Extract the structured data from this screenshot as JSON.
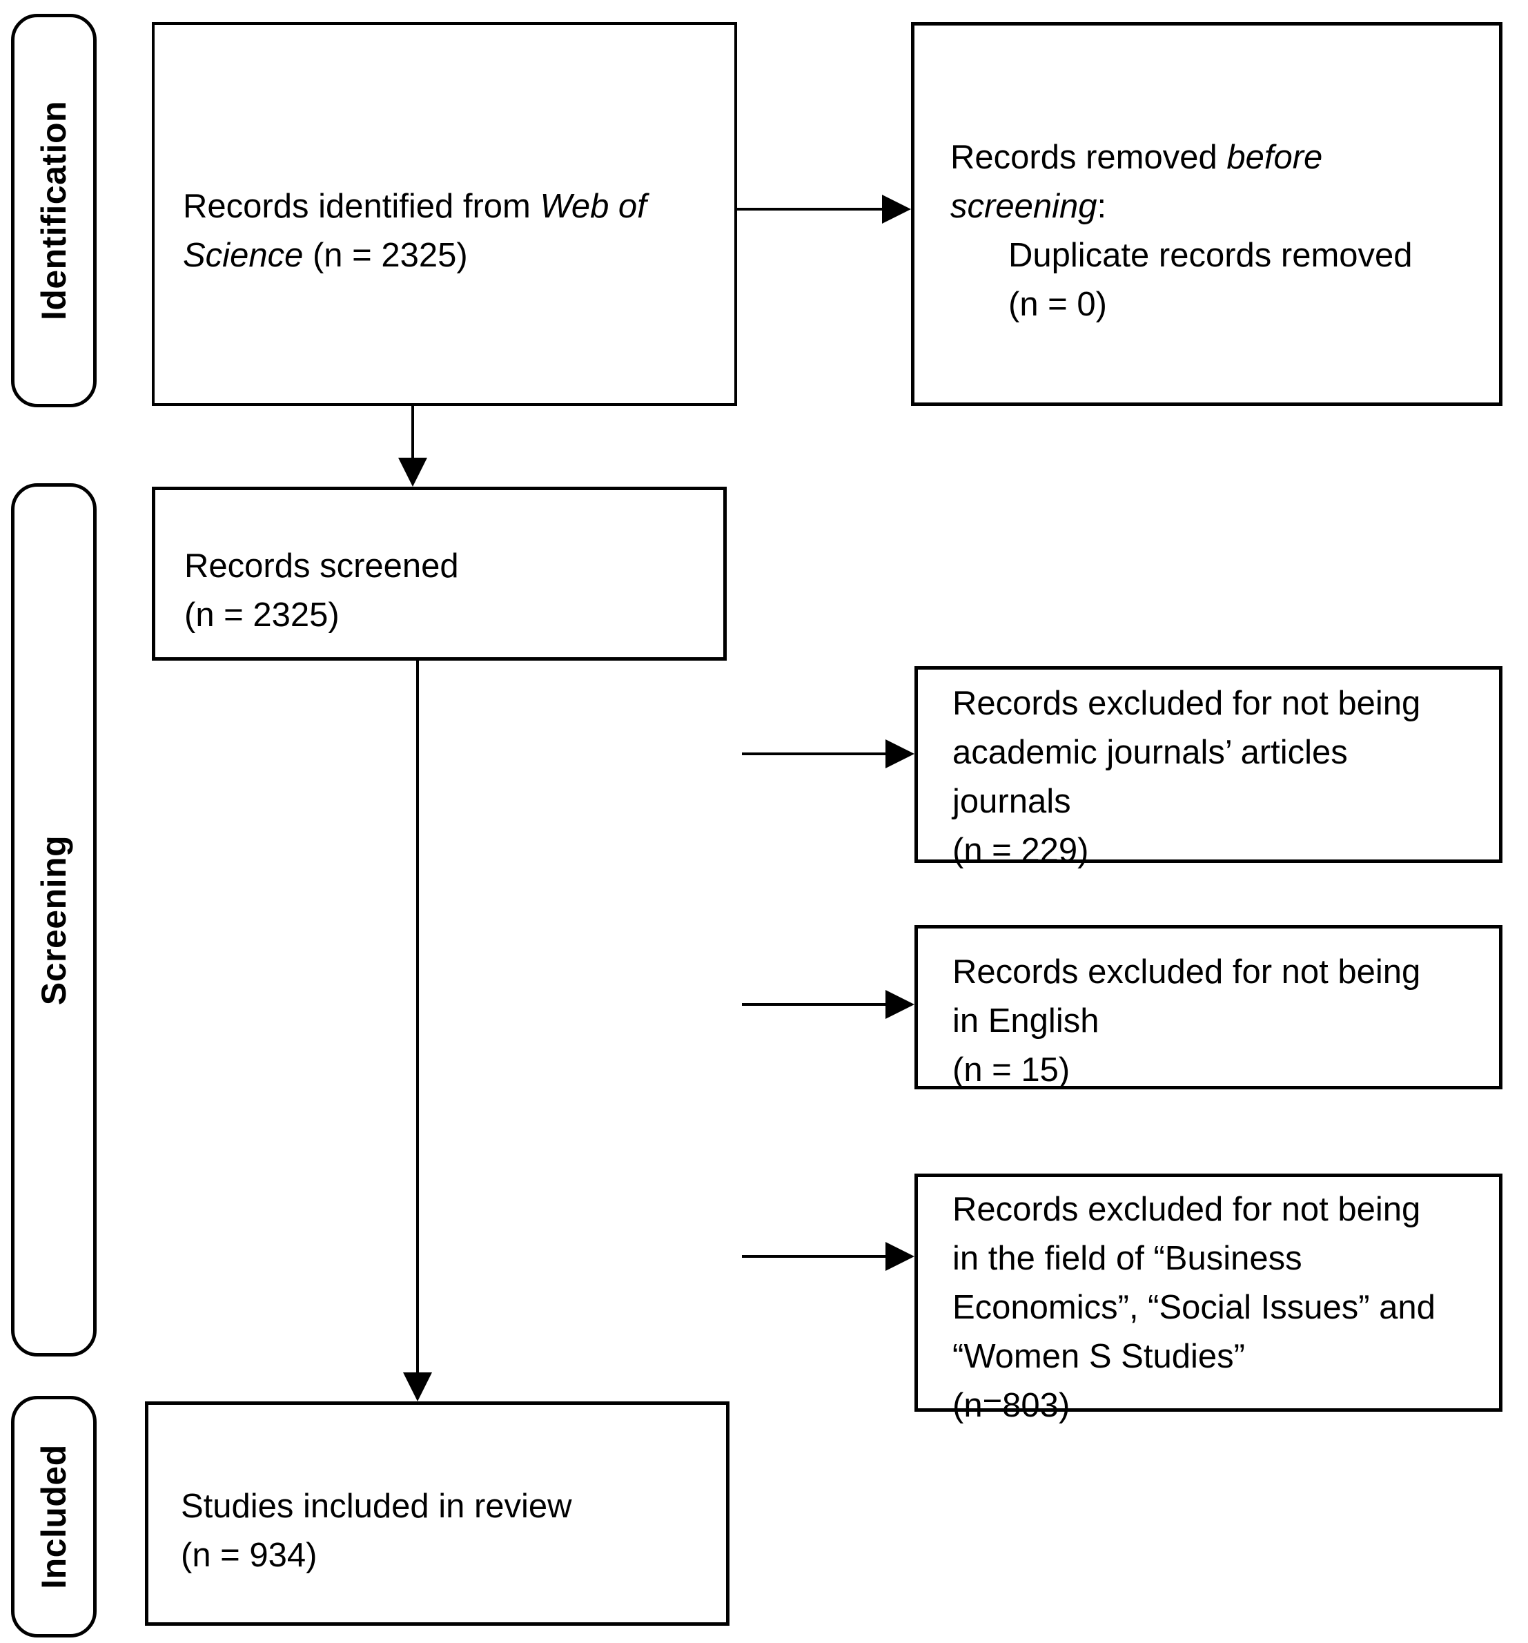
{
  "colors": {
    "ink": "#000000",
    "background": "#ffffff"
  },
  "rails": {
    "identification": {
      "label": "Identification"
    },
    "screening": {
      "label": "Screening"
    },
    "included": {
      "label": "Included"
    }
  },
  "boxes": {
    "identified": {
      "lines": [
        {
          "parts": [
            {
              "t": "Records identified from "
            },
            {
              "t": "Web of",
              "i": true
            }
          ]
        },
        {
          "parts": [
            {
              "t": "Science",
              "i": true
            },
            {
              "t": " (n = 2325)"
            }
          ]
        }
      ]
    },
    "removed_before_screening": {
      "lines": [
        {
          "parts": [
            {
              "t": "Records removed "
            },
            {
              "t": "before",
              "i": true
            }
          ]
        },
        {
          "parts": [
            {
              "t": "screening",
              "i": true
            },
            {
              "t": ":"
            }
          ]
        },
        {
          "indent": true,
          "parts": [
            {
              "t": "Duplicate records removed"
            }
          ]
        },
        {
          "indent": true,
          "parts": [
            {
              "t": "(n = 0)"
            }
          ]
        }
      ]
    },
    "screened": {
      "lines": [
        {
          "parts": [
            {
              "t": "Records screened"
            }
          ]
        },
        {
          "parts": [
            {
              "t": "(n = 2325)"
            }
          ]
        }
      ]
    },
    "excluded_not_academic": {
      "lines": [
        {
          "parts": [
            {
              "t": "Records excluded for not being"
            }
          ]
        },
        {
          "parts": [
            {
              "t": "academic journals’ articles"
            }
          ]
        },
        {
          "parts": [
            {
              "t": "journals"
            }
          ]
        },
        {
          "parts": [
            {
              "t": "(n = 229)"
            }
          ]
        }
      ]
    },
    "excluded_not_english": {
      "lines": [
        {
          "parts": [
            {
              "t": "Records excluded for not being"
            }
          ]
        },
        {
          "parts": [
            {
              "t": "in English"
            }
          ]
        },
        {
          "parts": [
            {
              "t": "(n = 15)"
            }
          ]
        }
      ]
    },
    "excluded_not_field": {
      "lines": [
        {
          "parts": [
            {
              "t": "Records excluded for not being"
            }
          ]
        },
        {
          "parts": [
            {
              "t": "in the field of “Business"
            }
          ]
        },
        {
          "parts": [
            {
              "t": "Economics”, “Social Issues” and"
            }
          ]
        },
        {
          "parts": [
            {
              "t": "“Women S Studies”"
            }
          ]
        },
        {
          "parts": [
            {
              "t": "(n=803)"
            }
          ]
        }
      ]
    },
    "included_in_review": {
      "lines": [
        {
          "parts": [
            {
              "t": "Studies included in review"
            }
          ]
        },
        {
          "parts": [
            {
              "t": "(n = 934)"
            }
          ]
        }
      ]
    }
  }
}
